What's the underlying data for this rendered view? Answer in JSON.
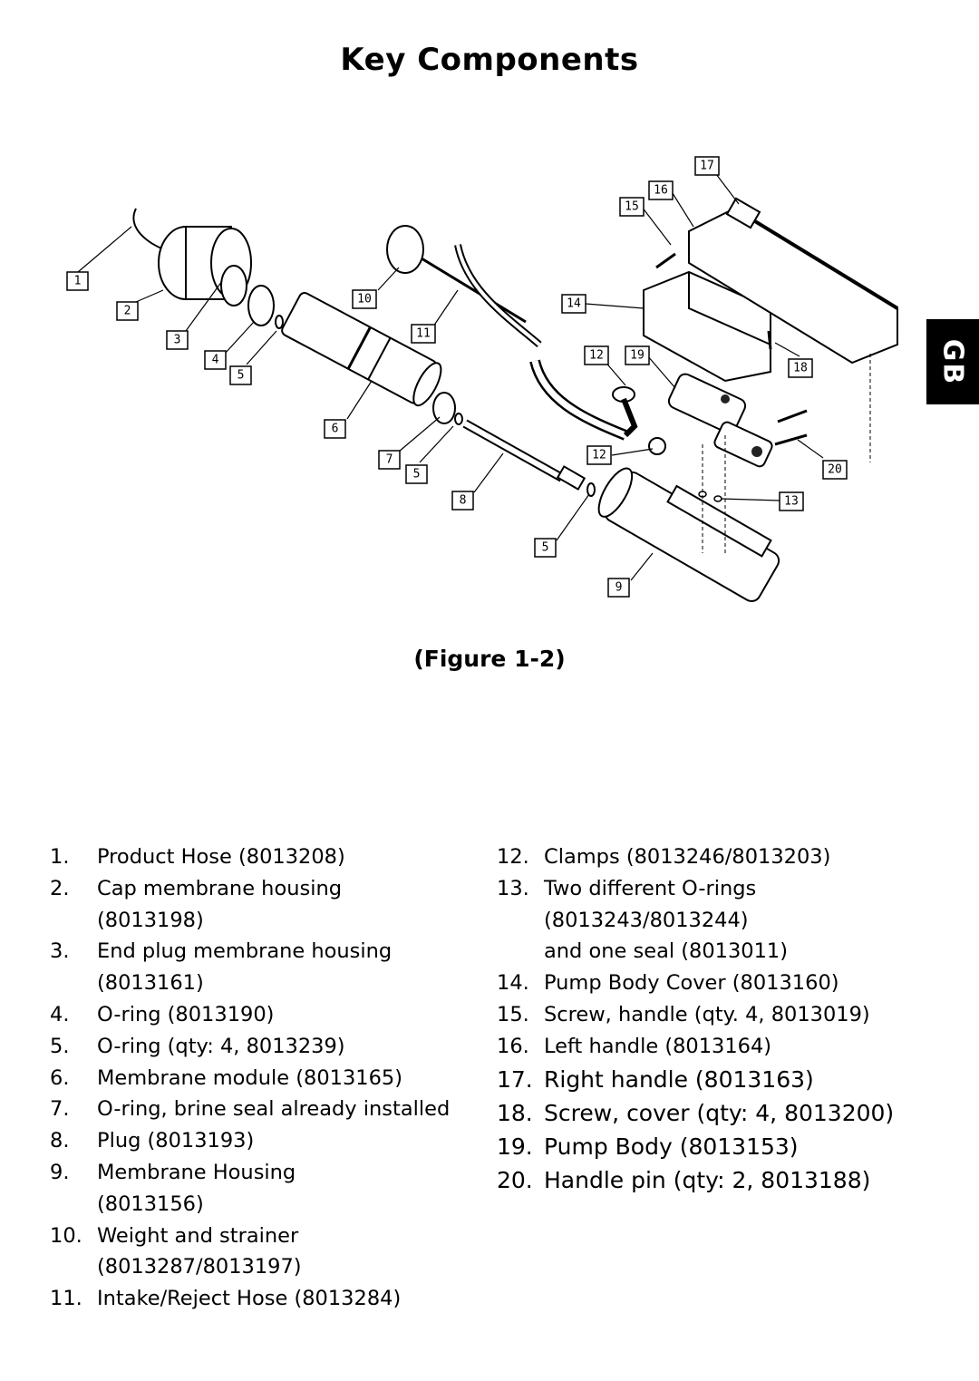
{
  "title": "Key Components",
  "side_tab": "GB",
  "figure_caption": "(Figure 1-2)",
  "diagram_labels": [
    "1",
    "2",
    "3",
    "4",
    "5",
    "5",
    "5",
    "6",
    "7",
    "8",
    "9",
    "10",
    "11",
    "12",
    "12",
    "13",
    "14",
    "15",
    "16",
    "17",
    "18",
    "19",
    "20"
  ],
  "parts_left": [
    {
      "num": "1.",
      "text": "Product Hose (8013208)"
    },
    {
      "num": "2.",
      "text": "Cap membrane housing\n(8013198)"
    },
    {
      "num": "3.",
      "text": "End plug membrane housing\n(8013161)"
    },
    {
      "num": "4.",
      "text": "O-ring (8013190)"
    },
    {
      "num": "5.",
      "text": "O-ring (qty: 4, 8013239)"
    },
    {
      "num": "6.",
      "text": "Membrane module (8013165)"
    },
    {
      "num": "7.",
      "text": "O-ring, brine seal already installed"
    },
    {
      "num": "8.",
      "text": "Plug (8013193)"
    },
    {
      "num": "9.",
      "text": "Membrane Housing\n(8013156)"
    },
    {
      "num": "10.",
      "text": "Weight and strainer\n(8013287/8013197)"
    },
    {
      "num": "11.",
      "text": "Intake/Reject Hose (8013284)"
    }
  ],
  "parts_right": [
    {
      "num": "12.",
      "text": "Clamps (8013246/8013203)"
    },
    {
      "num": "13.",
      "text": "Two different O-rings\n(8013243/8013244)\nand one seal (8013011)"
    },
    {
      "num": "14.",
      "text": "Pump Body Cover (8013160)"
    },
    {
      "num": "15.",
      "text": "Screw, handle (qty. 4, 8013019)"
    },
    {
      "num": "16.",
      "text": "Left handle (8013164)"
    },
    {
      "num": "17.",
      "text": "Right handle (8013163)"
    },
    {
      "num": "18.",
      "text": "Screw, cover (qty: 4, 8013200)"
    },
    {
      "num": "19.",
      "text": "Pump Body (8013153)"
    },
    {
      "num": "20.",
      "text": "Handle pin (qty: 2, 8013188)"
    }
  ]
}
